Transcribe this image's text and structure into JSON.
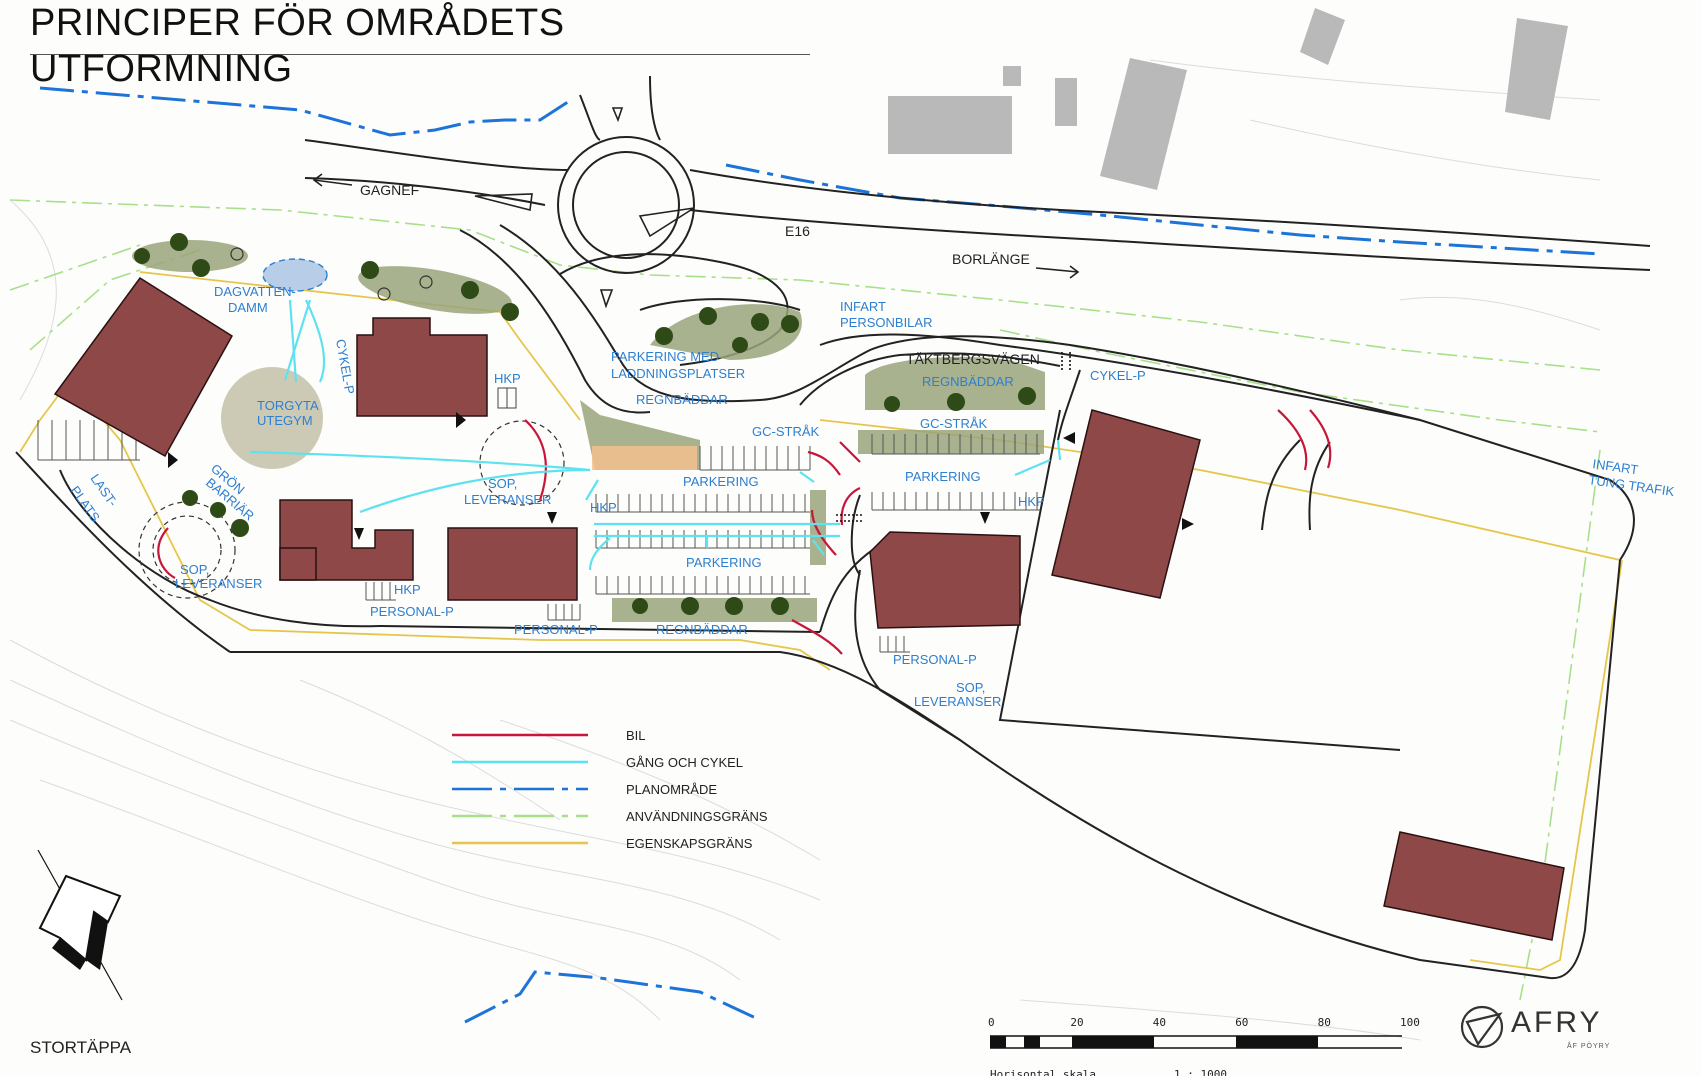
{
  "title": "PRINCIPER FÖR OMRÅDETS UTFORMNING",
  "footer": {
    "label": "STORTÄPPA"
  },
  "logo": {
    "text": "AFRY",
    "sub": "ÅF PÖYRY"
  },
  "colors": {
    "building": "#8e4848",
    "green_area": "#9aa57a",
    "tree": "#2d4a17",
    "car": "#c8163a",
    "walk_cycle": "#5ee2f0",
    "plan_area": "#1d74d8",
    "use_boundary": "#a8e08a",
    "property_boundary": "#e6c64a",
    "label_blue": "#2d7fcf",
    "gray_building": "#b9b9b9"
  },
  "map": {
    "roads": {
      "west": "GAGNEF",
      "e16": "E16",
      "east": "BORLÄNGE",
      "local": "TÄKTBERGSVÄGEN"
    },
    "labels": {
      "dagvattendamm_1": "DAGVATTEN-",
      "dagvattendamm_2": "DAMM",
      "cykel_p_w": "CYKEL-P",
      "torgyta": "TORGYTA",
      "utegym": "UTEGYM",
      "hkp_n": "HKP",
      "last_1": "LAST-",
      "last_2": "PLATS",
      "gron_1": "GRÖN",
      "gron_2": "BARRIÄR",
      "sop_w_1": "SOP,",
      "sop_w_2": "LEVERANSER",
      "sop_c_1": "SOP,",
      "sop_c_2": "LEVERANSER",
      "hkp_sw": "HKP",
      "personal_p_sw": "PERSONAL-P",
      "personal_p_s": "PERSONAL-P",
      "regnbaddar_s": "REGNBÄDDAR",
      "parkering_ladd_1": "PARKERING MED",
      "parkering_ladd_2": "LADDNINGSPLATSER",
      "regnbaddar_c": "REGNBÄDDAR",
      "gc_strak_c": "GC-STRÅK",
      "parkering_c1": "PARKERING",
      "hkp_c": "HKP",
      "parkering_c2": "PARKERING",
      "infart_pb_1": "INFART",
      "infart_pb_2": "PERSONBILAR",
      "regnbaddar_e": "REGNBÄDDAR",
      "gc_strak_e": "GC-STRÅK",
      "parkering_e": "PARKERING",
      "hkp_e": "HKP",
      "cykel_p_e": "CYKEL-P",
      "personal_p_e": "PERSONAL-P",
      "sop_e_1": "SOP,",
      "sop_e_2": "LEVERANSER",
      "infart_tung_1": "INFART",
      "infart_tung_2": "TUNG TRAFIK"
    }
  },
  "legend": [
    {
      "label": "BIL",
      "color": "#c8163a",
      "style": "solid"
    },
    {
      "label": "GÅNG OCH CYKEL",
      "color": "#5ee2f0",
      "style": "solid"
    },
    {
      "label": "PLANOMRÅDE",
      "color": "#1d74d8",
      "style": "dashdot"
    },
    {
      "label": "ANVÄNDNINGSGRÄNS",
      "color": "#a8e08a",
      "style": "dashdot"
    },
    {
      "label": "EGENSKAPSGRÄNS",
      "color": "#e6c64a",
      "style": "solid"
    }
  ],
  "scale": {
    "ticks": [
      "0",
      "20",
      "40",
      "60",
      "80",
      "100"
    ],
    "caption": "Horisontal skala",
    "ratio": "1 : 1000"
  }
}
